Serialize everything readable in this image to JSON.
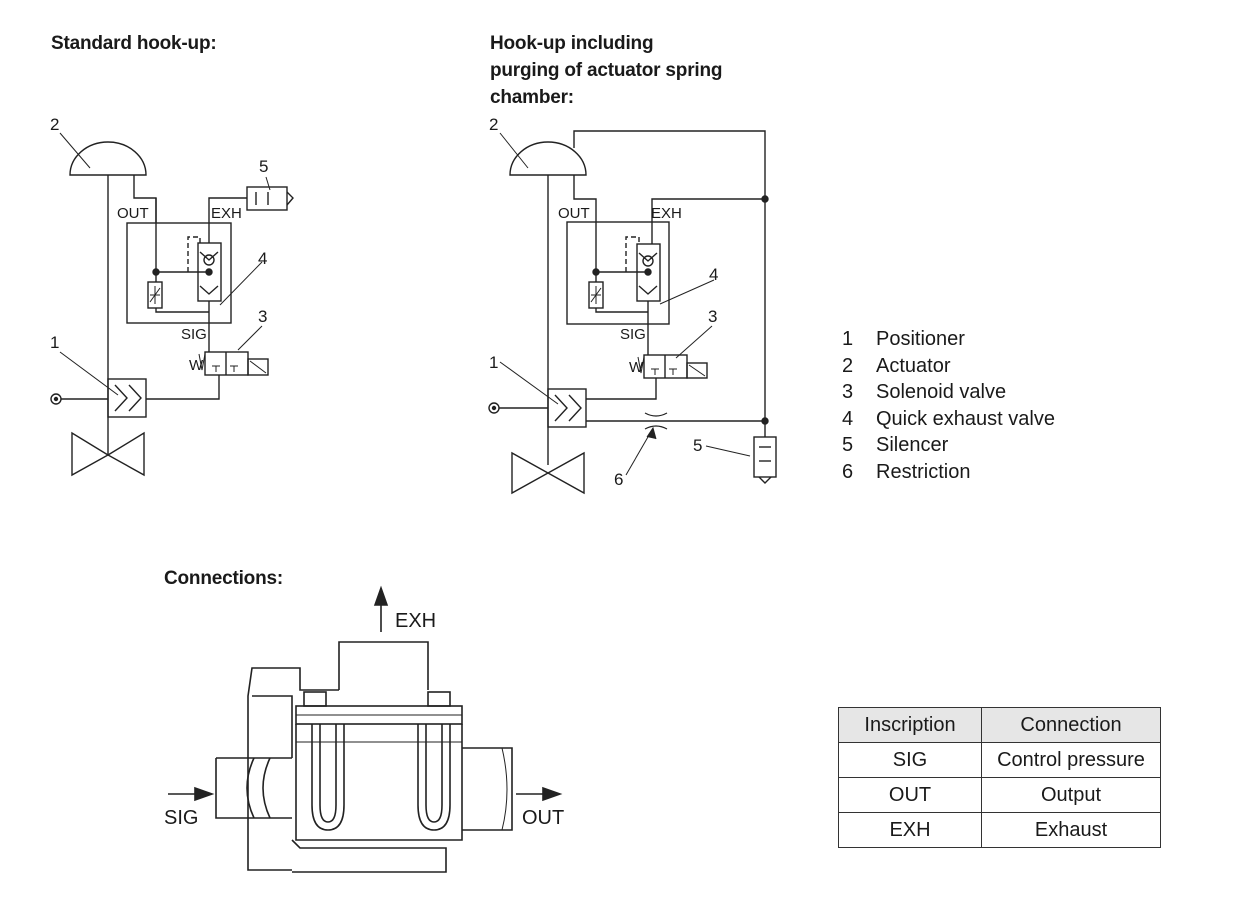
{
  "headings": {
    "standard": "Standard hook-up:",
    "purging": [
      "Hook-up including",
      "purging of actuator spring",
      "chamber:"
    ],
    "connections": "Connections:"
  },
  "port_labels": {
    "out": "OUT",
    "exh": "EXH",
    "sig": "SIG",
    "w": "W"
  },
  "callouts": [
    "1",
    "2",
    "3",
    "4",
    "5",
    "6"
  ],
  "legend": [
    {
      "num": "1",
      "text": "Positioner"
    },
    {
      "num": "2",
      "text": "Actuator"
    },
    {
      "num": "3",
      "text": "Solenoid valve"
    },
    {
      "num": "4",
      "text": "Quick exhaust valve"
    },
    {
      "num": "5",
      "text": "Silencer"
    },
    {
      "num": "6",
      "text": "Restriction"
    }
  ],
  "connection_view": {
    "exh": "EXH",
    "sig": "SIG",
    "out": "OUT"
  },
  "table": {
    "headers": [
      "Inscription",
      "Connection"
    ],
    "rows": [
      [
        "SIG",
        "Control pressure"
      ],
      [
        "OUT",
        "Output"
      ],
      [
        "EXH",
        "Exhaust"
      ]
    ]
  }
}
